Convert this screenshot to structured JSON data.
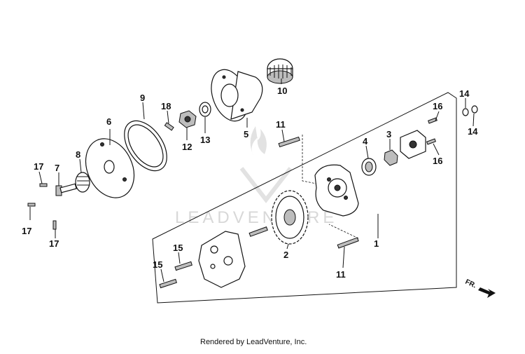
{
  "diagram": {
    "labels": {
      "p1": "1",
      "p2": "2",
      "p3": "3",
      "p4": "4",
      "p5": "5",
      "p6": "6",
      "p7": "7",
      "p8": "8",
      "p9": "9",
      "p10": "10",
      "p11a": "11",
      "p11b": "11",
      "p12": "12",
      "p13": "13",
      "p14a": "14",
      "p14b": "14",
      "p15a": "15",
      "p15b": "15",
      "p16a": "16",
      "p16b": "16",
      "p17a": "17",
      "p17b": "17",
      "p17c": "17",
      "p18": "18"
    },
    "direction_label": "FR.",
    "watermark": "LEADVENTURE",
    "credit": "Rendered by LeadVenture, Inc."
  }
}
